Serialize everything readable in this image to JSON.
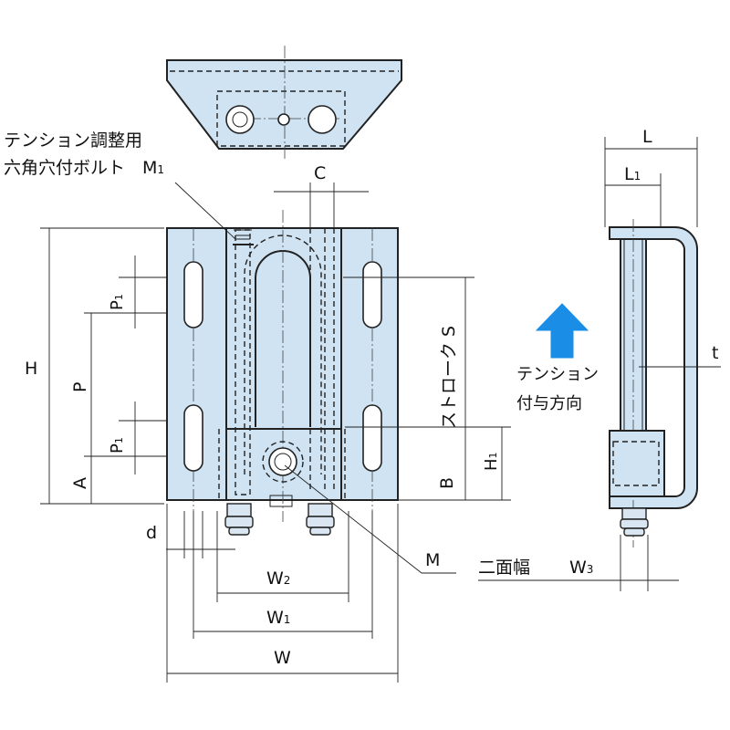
{
  "colors": {
    "part_fill": "#cfe3f3",
    "line": "#222222",
    "arrow": "#1a8ee6"
  },
  "labels": {
    "bolt_line1": "テンション調整用",
    "bolt_line2": "六角穴付ボルト",
    "M1": "M",
    "M1_sub": "1",
    "C": "C",
    "L": "L",
    "L1": "L",
    "L1_sub": "1",
    "H": "H",
    "P1_top": "P",
    "P1_top_sub": "1",
    "P": "P",
    "P1_bottom": "P",
    "P1_bottom_sub": "1",
    "A": "A",
    "stroke": "ストローク S",
    "H1": "H",
    "H1_sub": "1",
    "B": "B",
    "d": "d",
    "M": "M",
    "W2": "W",
    "W2_sub": "2",
    "W1": "W",
    "W1_sub": "1",
    "W": "W",
    "t": "t",
    "tension_line1": "テンション",
    "tension_line2": "付与方向",
    "wrench": "二面幅",
    "W3": "W",
    "W3_sub": "3"
  },
  "icons": {
    "direction": "up-arrow-icon"
  }
}
